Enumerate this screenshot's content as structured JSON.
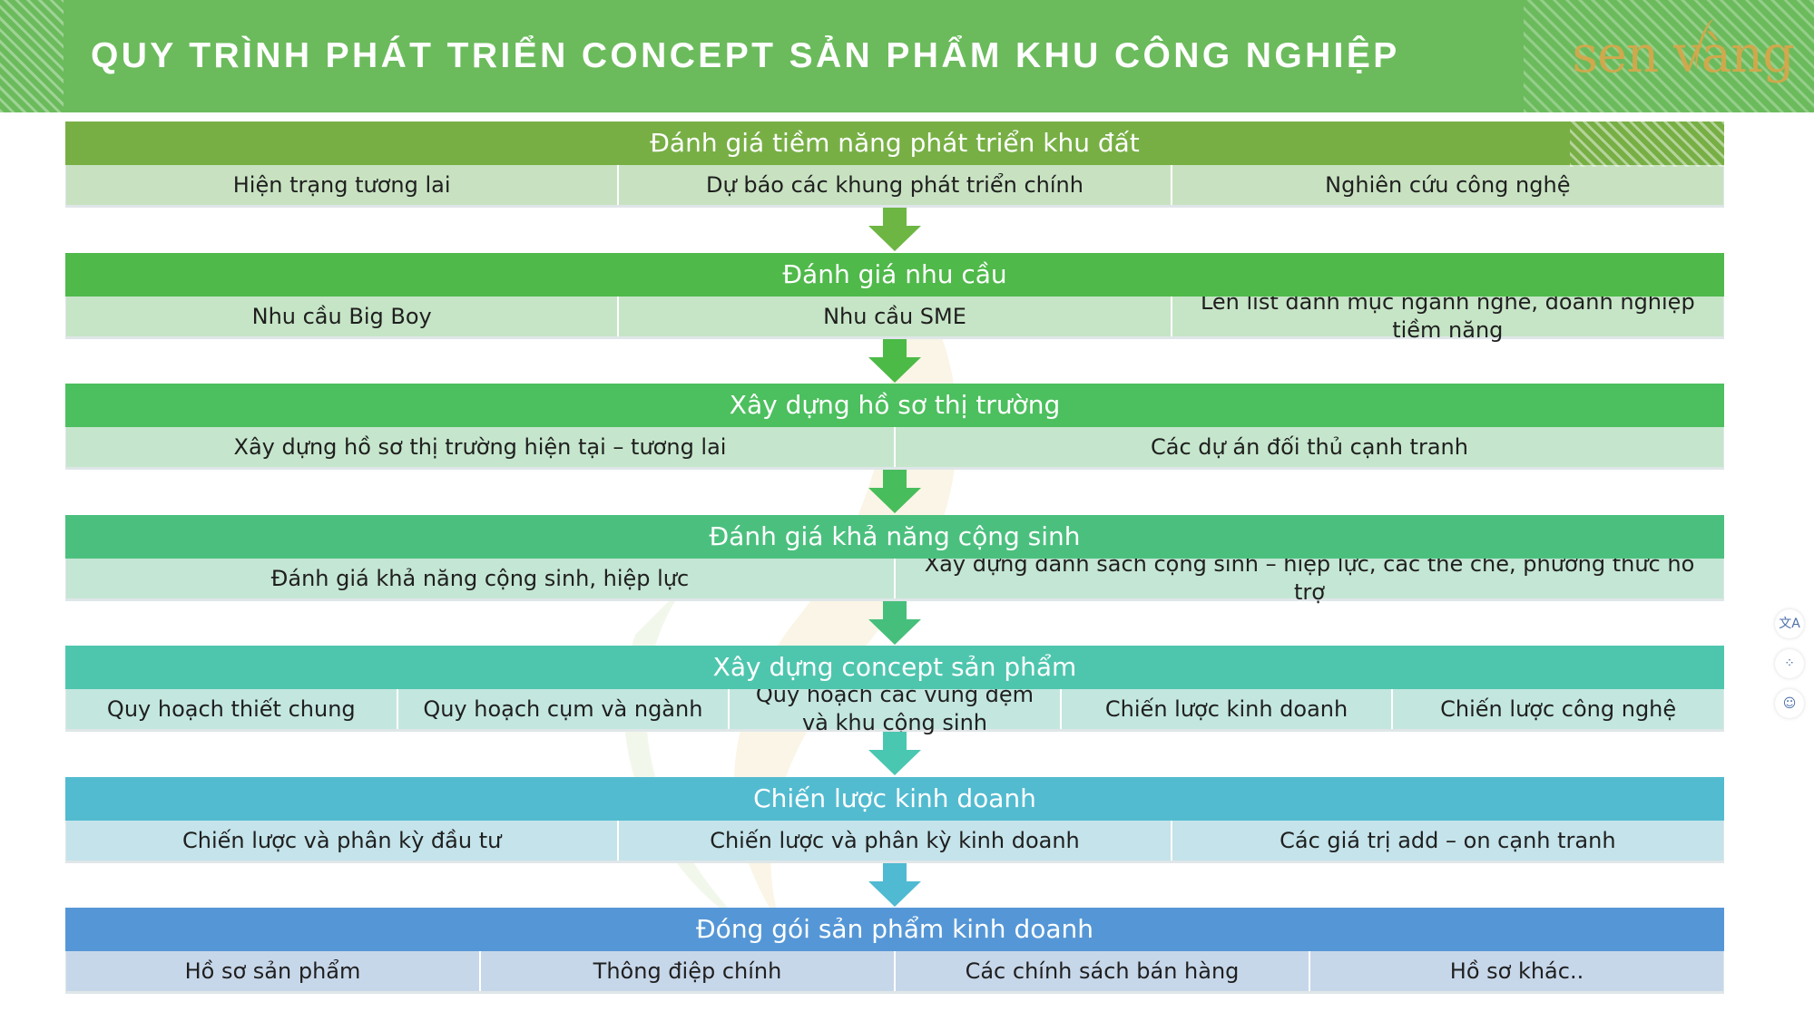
{
  "header": {
    "title": "QUY TRÌNH PHÁT TRIỂN CONCEPT SẢN PHẨM KHU CÔNG NGHIỆP",
    "logo_text": "sen vàng",
    "background": "#6bbb5c"
  },
  "stages": [
    {
      "title": "Đánh giá tiềm năng phát triển khu đất",
      "head_color": "#77af45",
      "sub_color": "#c8e2c1",
      "items": [
        "Hiện trạng tương lai",
        "Dự báo các khung phát triển chính",
        "Nghiên cứu công nghệ"
      ],
      "arrow_color": "#6db643"
    },
    {
      "title": "Đánh giá nhu cầu",
      "head_color": "#4fb94a",
      "sub_color": "#c6e5c6",
      "items": [
        "Nhu cầu Big Boy",
        "Nhu cầu SME",
        "Lên list danh mục ngành nghề, doanh nghiệp tiềm năng"
      ],
      "arrow_color": "#4cba46"
    },
    {
      "title": "Xây dựng hồ sơ thị trường",
      "head_color": "#4cbf5e",
      "sub_color": "#c5e6cc",
      "items": [
        "Xây dựng hồ sơ thị trường hiện tại – tương lai",
        "Các dự án đối thủ cạnh tranh"
      ],
      "arrow_color": "#48bd5b"
    },
    {
      "title": "Đánh giá khả năng cộng sinh",
      "head_color": "#4bc07e",
      "sub_color": "#c4e6d4",
      "items": [
        "Đánh giá khả năng cộng sinh, hiệp lực",
        "Xây dựng danh sách cộng sinh – hiệp lực, các thể chế, phương thức hỗ trợ"
      ],
      "arrow_color": "#47bf7c"
    },
    {
      "title": "Xây dựng concept sản phẩm",
      "head_color": "#4ec6ae",
      "sub_color": "#c3e7df",
      "items": [
        "Quy hoạch thiết chung",
        "Quy hoạch cụm và ngành",
        "Quy hoạch các vùng đệm và khu cộng sinh",
        "Chiến lược kinh doanh",
        "Chiến lược công nghệ"
      ],
      "arrow_color": "#4ac7b1"
    },
    {
      "title": "Chiến lược kinh doanh",
      "head_color": "#52bbd0",
      "sub_color": "#c4e3ea",
      "items": [
        "Chiến lược và phân kỳ đầu tư",
        "Chiến lược và phân kỳ kinh doanh",
        "Các giá trị add – on cạnh tranh"
      ],
      "arrow_color": "#4fbad2"
    },
    {
      "title": "Đóng gói sản phẩm kinh doanh",
      "head_color": "#5597d6",
      "sub_color": "#c7d7ea",
      "items": [
        "Hồ sơ sản phẩm",
        "Thông điệp chính",
        "Các chính sách bán hàng",
        "Hồ sơ khác.."
      ],
      "arrow_color": null
    }
  ],
  "side_icons": [
    "translate-icon",
    "apps-icon",
    "assistant-icon"
  ]
}
